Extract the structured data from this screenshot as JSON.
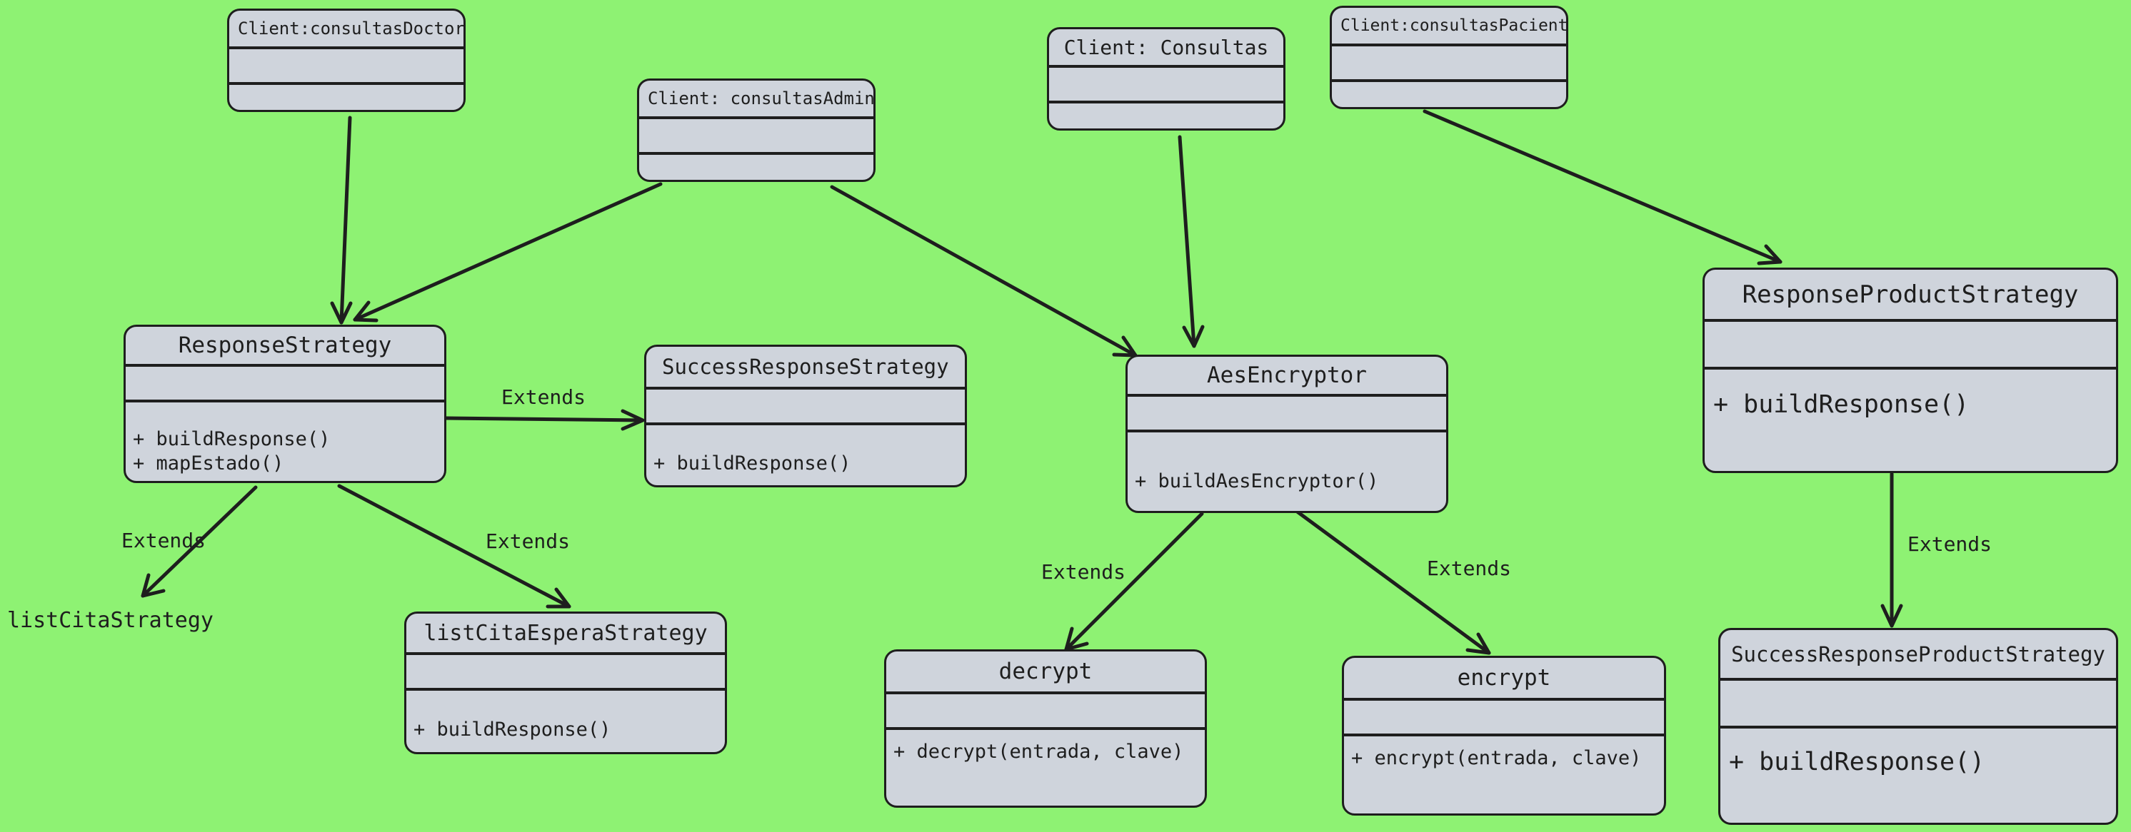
{
  "classes": {
    "client_consultas_doctor": {
      "name": "Client:consultasDoctor",
      "operations": []
    },
    "client_consultas_admin": {
      "name": "Client: consultasAdmin",
      "operations": []
    },
    "client_consultas": {
      "name": "Client: Consultas",
      "operations": []
    },
    "client_consultas_paciente": {
      "name": "Client:consultasPaciente",
      "operations": []
    },
    "response_strategy": {
      "name": "ResponseStrategy",
      "operations": [
        "+ buildResponse()",
        "+ mapEstado()"
      ]
    },
    "success_response_strategy": {
      "name": "SuccessResponseStrategy",
      "operations": [
        "+ buildResponse()"
      ]
    },
    "aes_encryptor": {
      "name": "AesEncryptor",
      "operations": [
        "+ buildAesEncryptor()"
      ]
    },
    "response_product_strategy": {
      "name": "ResponseProductStrategy",
      "operations": [
        "+ buildResponse()"
      ]
    },
    "list_cita_espera_strategy": {
      "name": "listCitaEsperaStrategy",
      "operations": [
        "+ buildResponse()"
      ]
    },
    "decrypt": {
      "name": "decrypt",
      "operations": [
        "+ decrypt(entrada, clave)"
      ]
    },
    "encrypt": {
      "name": "encrypt",
      "operations": [
        "+ encrypt(entrada, clave)"
      ]
    },
    "success_response_product_strategy": {
      "name": "SuccessResponseProductStrategy",
      "operations": [
        "+ buildResponse()"
      ]
    }
  },
  "free_classes": {
    "list_cita_strategy": "listCitaStrategy"
  },
  "relations": {
    "extends_success": "Extends",
    "extends_list_cita": "Extends",
    "extends_list_cita_espera": "Extends",
    "extends_decrypt": "Extends",
    "extends_encrypt": "Extends",
    "extends_success_product": "Extends"
  },
  "colors": {
    "background": "#8ef273",
    "box_fill": "#cfd4dc",
    "stroke": "#1e1e1e"
  }
}
